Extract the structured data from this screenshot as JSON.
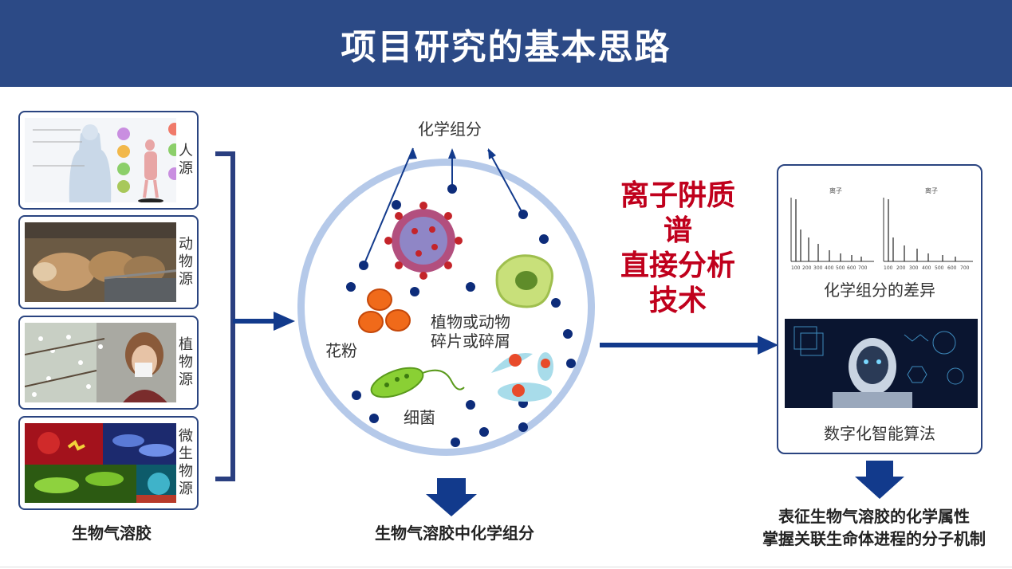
{
  "header": {
    "title": "项目研究的基本思路"
  },
  "sources": [
    {
      "label": "人源"
    },
    {
      "label": "动物源"
    },
    {
      "label": "植物源"
    },
    {
      "label": "微生物源"
    }
  ],
  "left": {
    "bottom_label": "生物气溶胶"
  },
  "center": {
    "top_label": "化学组分",
    "pollen_label": "花粉",
    "debris_line1": "植物或动物",
    "debris_line2": "碎片或碎屑",
    "bacteria_label": "细菌",
    "bottom_label": "生物气溶胶中化学组分"
  },
  "technique": {
    "line1": "离子阱质",
    "line2": "谱",
    "line3": "直接分析",
    "line4": "技术"
  },
  "right": {
    "spectrum_caption": "化学组分的差异",
    "algorithm_caption": "数字化智能算法",
    "spectrum_left_title": "离子",
    "spectrum_right_title": "离子",
    "x_ticks": [
      "100",
      "200",
      "300",
      "400",
      "500",
      "600",
      "700"
    ]
  },
  "conclusion": {
    "line1": "表征生物气溶胶的化学属性",
    "line2": "掌握关联生命体进程的分子机制"
  },
  "colors": {
    "header": "#2c4a86",
    "arrow": "#123a8c",
    "accent_red": "#c0001c",
    "circle_ring": "#b5c9e9",
    "dot": "#0d2c7a"
  }
}
